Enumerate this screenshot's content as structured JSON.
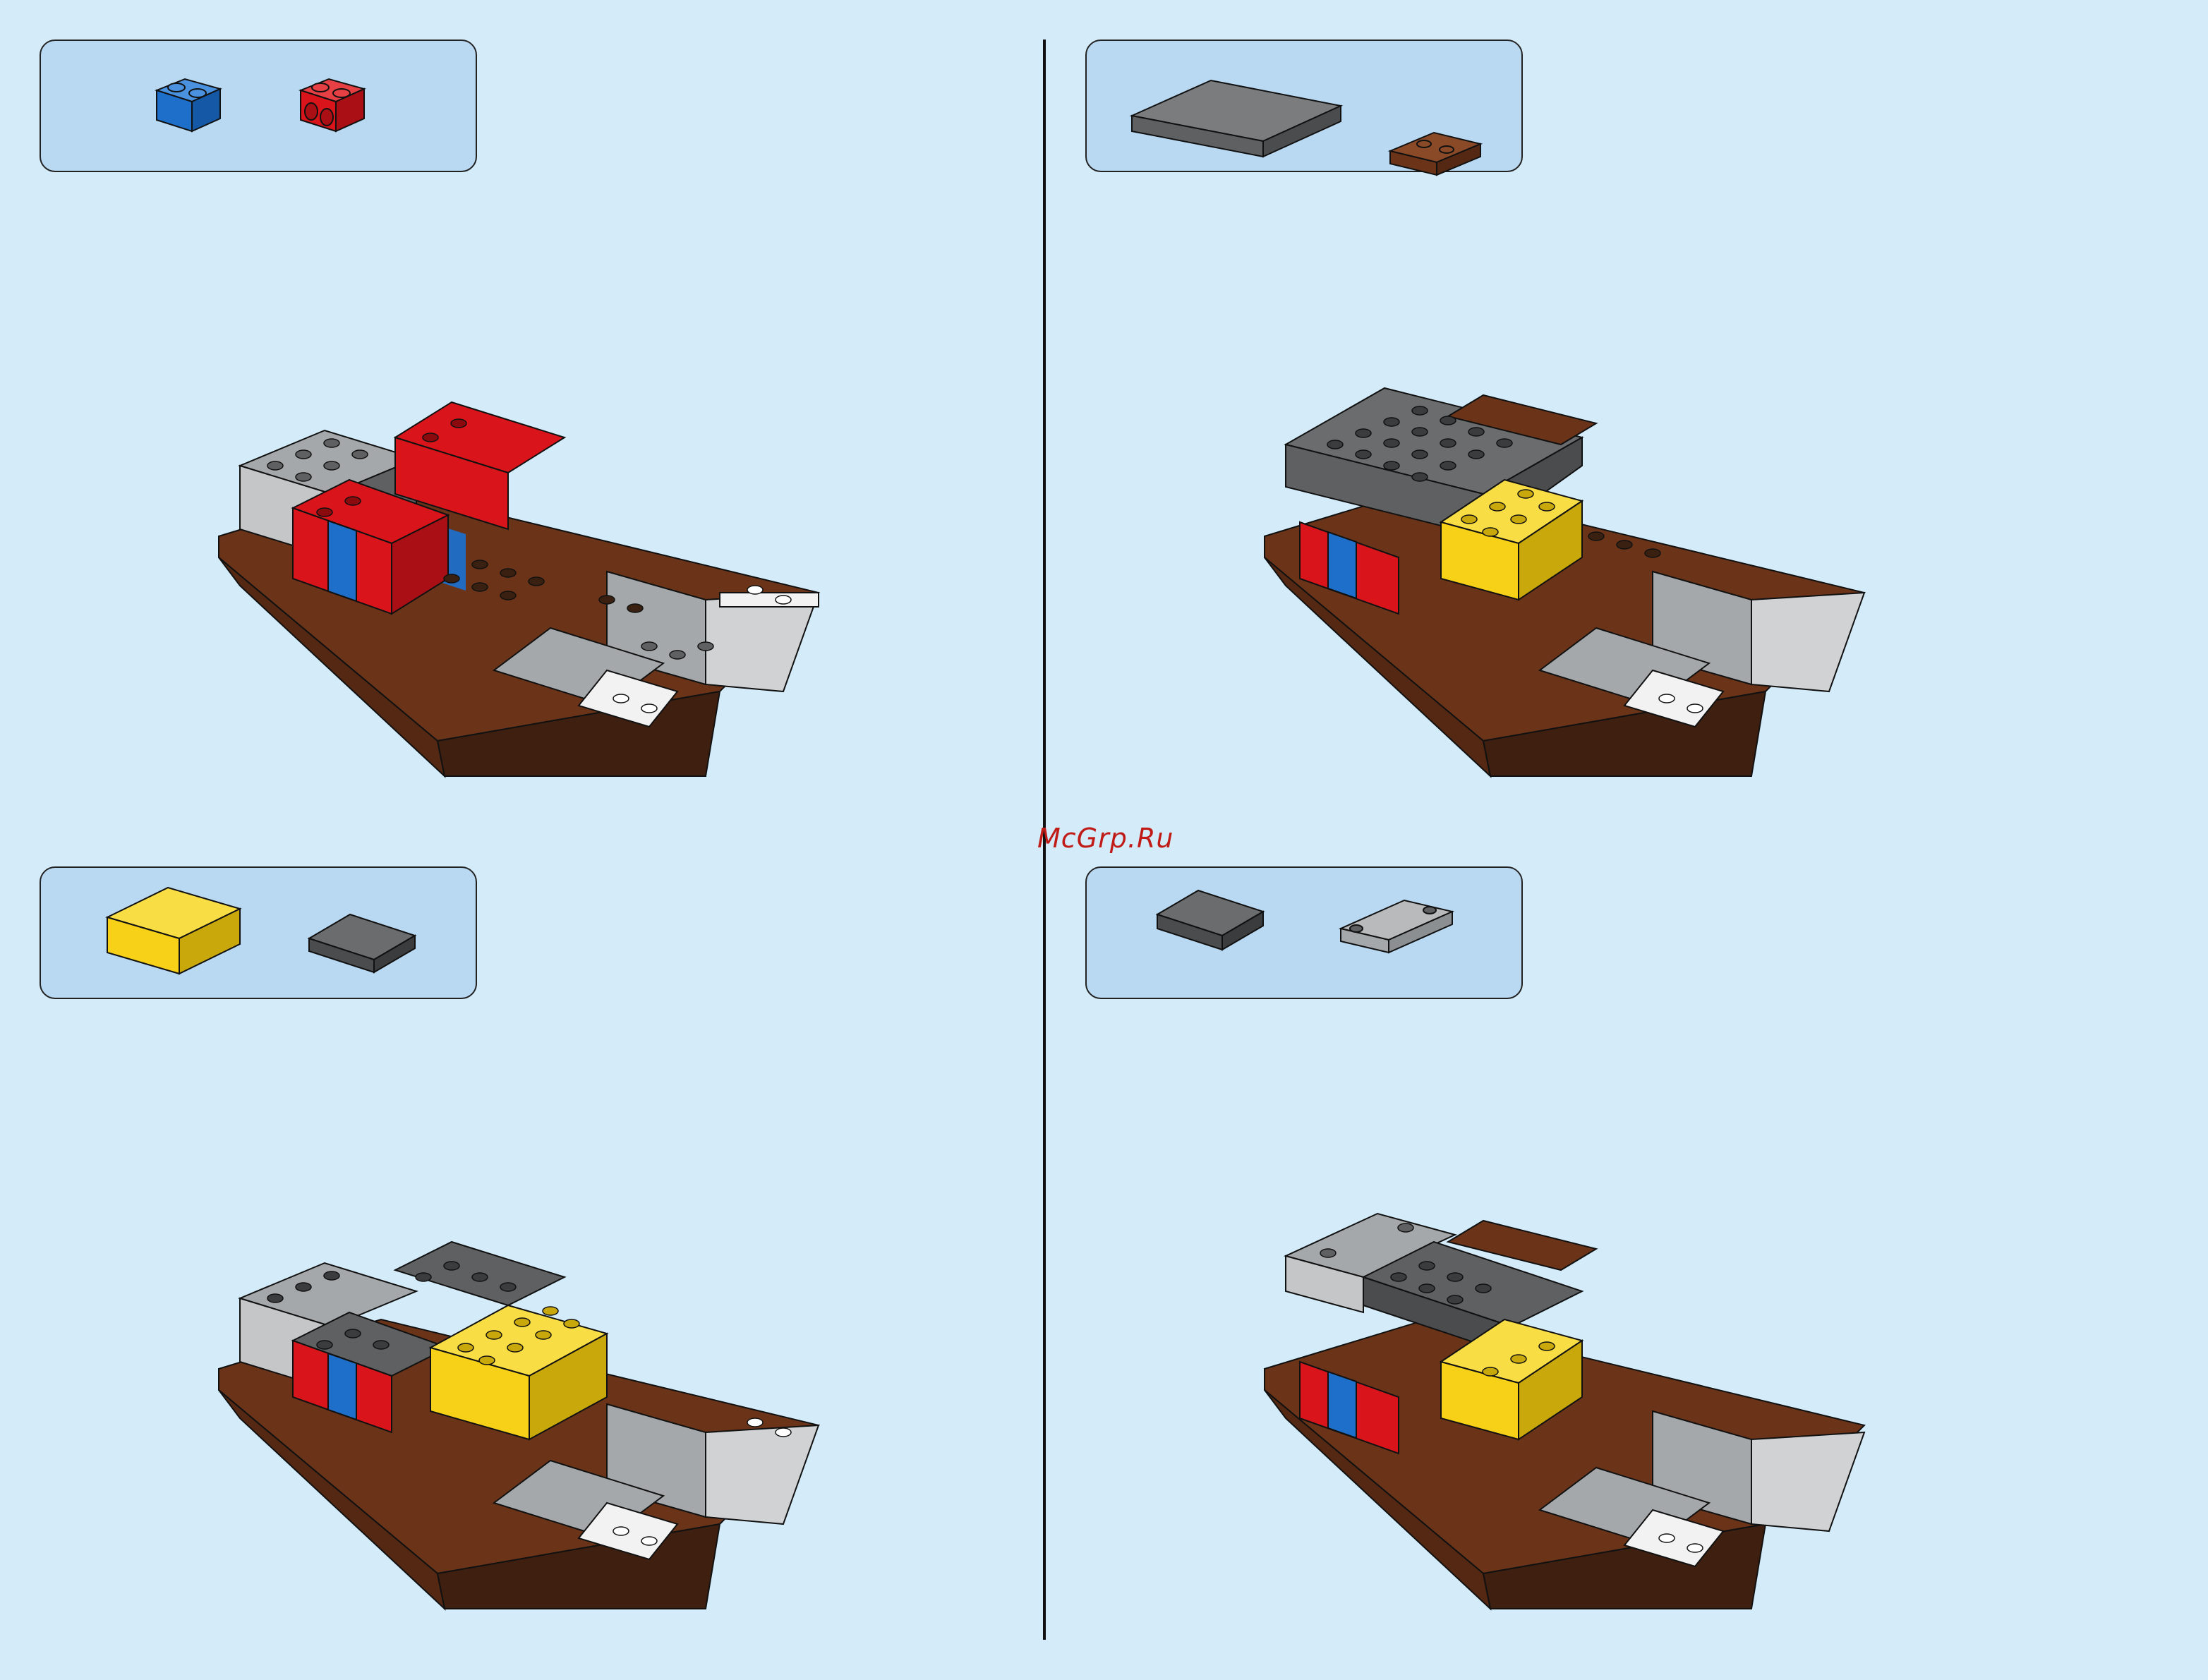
{
  "watermark": "McGrp.Ru",
  "colors": {
    "background": "#d4ebf9",
    "parts_box": "#b9d8f1",
    "brown": "#6b3419",
    "red": "#d9141b",
    "blue": "#1d6fc9",
    "yellow": "#f7d117",
    "dark_gray": "#5e6062",
    "light_gray": "#a5a8aa",
    "white": "#f2f2f2"
  },
  "steps": [
    {
      "name": "step-1",
      "parts": [
        "brick-1x2-blue",
        "brick-1x2-red-technic"
      ]
    },
    {
      "name": "step-2",
      "parts": [
        "plate-4x6-dark-gray",
        "plate-1x2-brown"
      ]
    },
    {
      "name": "step-3",
      "parts": [
        "brick-2x4-yellow",
        "plate-2x3-dark-gray"
      ]
    },
    {
      "name": "step-4",
      "parts": [
        "plate-2x3-dark-gray",
        "plate-1x4-light-gray-2-studs"
      ]
    }
  ]
}
